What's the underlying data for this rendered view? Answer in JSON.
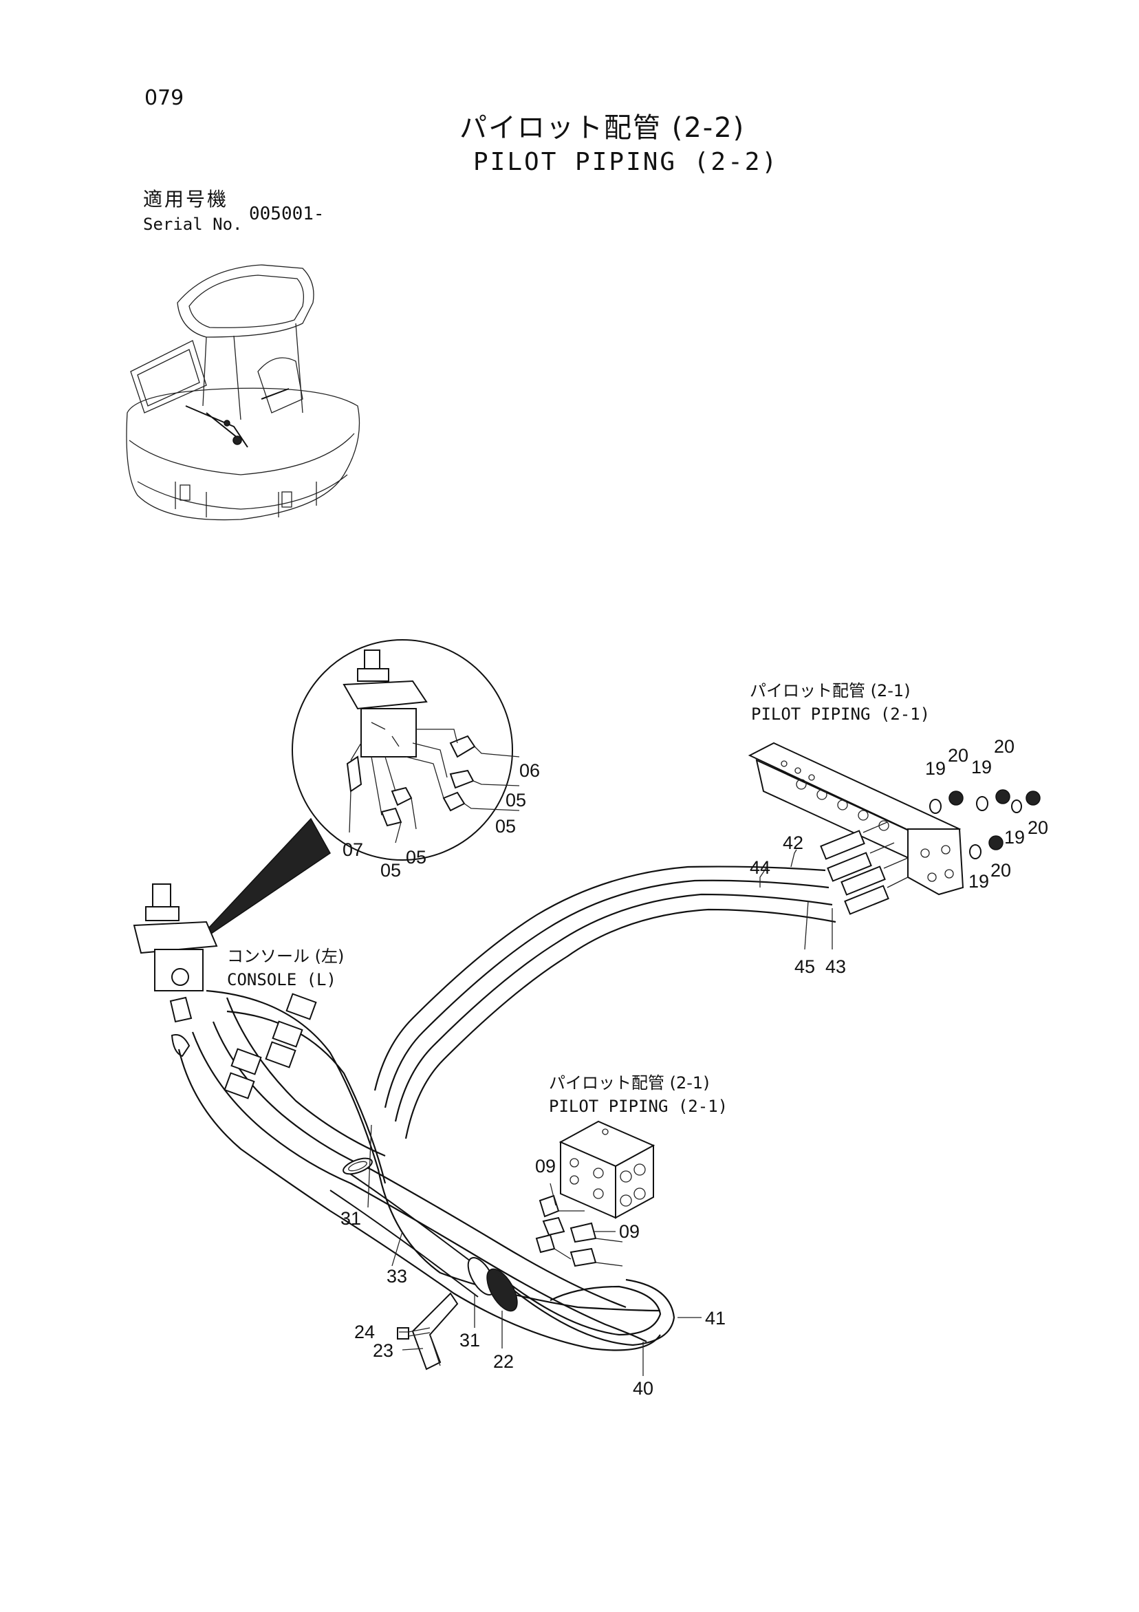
{
  "header": {
    "page_number": "079",
    "title_ja": "パイロット配管 (2-2)",
    "title_en": "PILOT PIPING (2-2)",
    "serial_label_ja": "適用号機",
    "serial_label_en": "Serial No.",
    "serial_value": "005001-"
  },
  "references": {
    "pilot_piping_top_ja": "パイロット配管 (2-1)",
    "pilot_piping_top_en": "PILOT PIPING (2-1)",
    "pilot_piping_mid_ja": "パイロット配管 (2-1)",
    "pilot_piping_mid_en": "PILOT PIPING (2-1)",
    "console_ja": "コンソール (左)",
    "console_en": "CONSOLE (L)"
  },
  "part_numbers": {
    "p06": "06",
    "p05a": "05",
    "p05b": "05",
    "p07": "07",
    "p05c": "05",
    "p05d": "05",
    "p19a": "19",
    "p20a": "20",
    "p19b": "19",
    "p20b": "20",
    "p19c": "19",
    "p20c": "20",
    "p19d": "19",
    "p20d": "20",
    "p42": "42",
    "p44": "44",
    "p45": "45",
    "p43": "43",
    "p09a": "09",
    "p09b": "09",
    "p31a": "31",
    "p33": "33",
    "p24": "24",
    "p23": "23",
    "p31b": "31",
    "p22": "22",
    "p41": "41",
    "p40": "40"
  }
}
